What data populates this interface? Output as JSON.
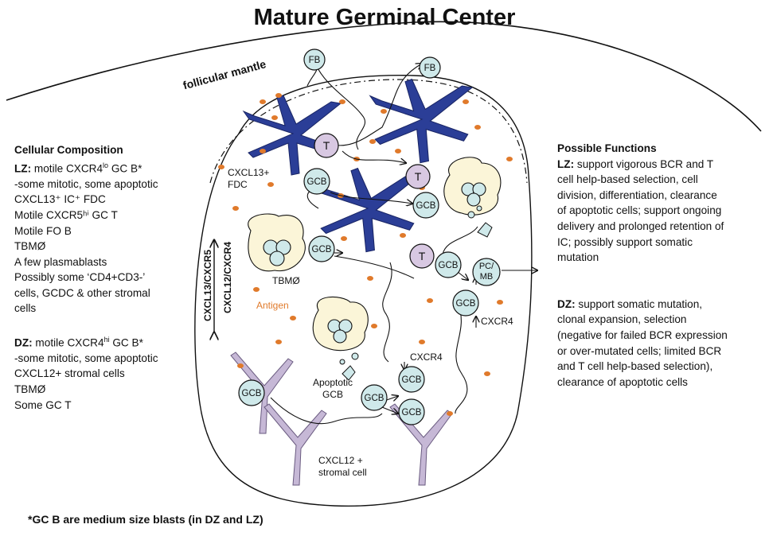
{
  "title": "Mature Germinal Center",
  "mantle_label": "follicular mantle",
  "left_panel": {
    "heading": "Cellular Composition",
    "lz_title": "LZ:",
    "lz_first": " motile CXCR4",
    "lz_first_sup": "lo",
    "lz_first_end": " GC B*",
    "lz_lines": [
      "-some mitotic, some apoptotic",
      "CXCL13⁺ IC⁺ FDC",
      "Motile CXCR5ʰⁱ GC T",
      "Motile FO B",
      "TBMØ",
      "A few plasmablasts",
      "Possibly some ‘CD4+CD3-’",
      "cells, GCDC & other stromal",
      "cells"
    ],
    "dz_title": "DZ:",
    "dz_first": " motile CXCR4",
    "dz_first_sup": "hi",
    "dz_first_end": " GC B*",
    "dz_lines": [
      "-some mitotic, some apoptotic",
      "CXCL12+ stromal cells",
      "TBMØ",
      "Some GC T"
    ]
  },
  "right_panel": {
    "heading": "Possible Functions",
    "lz_title": "LZ:",
    "lz_lines": [
      " support vigorous BCR and T",
      "cell help-based selection, cell",
      "division, differentiation, clearance",
      "of apoptotic cells; support ongoing",
      "delivery and prolonged retention of",
      "IC; possibly support somatic",
      "mutation"
    ],
    "dz_title": "DZ:",
    "dz_lines": [
      " support somatic mutation,",
      "clonal expansion, selection",
      "(negative for failed BCR expression",
      "or over-mutated cells; limited BCR",
      "and T cell help-based selection),",
      "clearance of apoptotic cells"
    ]
  },
  "footnote": "*GC B are medium size blasts (in DZ and LZ)",
  "labels": {
    "fdc": [
      "CXCL13+",
      "FDC"
    ],
    "tbm": "TBMØ",
    "antigen": "Antigen",
    "cxcr4_a": "CXCR4",
    "cxcr4_b": "CXCR4",
    "apoptotic": [
      "Apoptotic",
      "GCB"
    ],
    "stromal": [
      "CXCL12 +",
      "stromal cell"
    ],
    "axis_left": "CXCL13/CXCR5",
    "axis_right": "CXCL12/CXCR4"
  },
  "cell_labels": {
    "fb": "FB",
    "t": "T",
    "gcb": "GCB",
    "pcmb": [
      "PC/",
      "MB"
    ]
  },
  "colors": {
    "fdc": "#2b3e97",
    "gcb": "#cfe9ea",
    "t_cell": "#d8c8e2",
    "stromal": "#c6b8d6",
    "tbm": "#fbf5d8",
    "antigen": "#e07a2b"
  }
}
